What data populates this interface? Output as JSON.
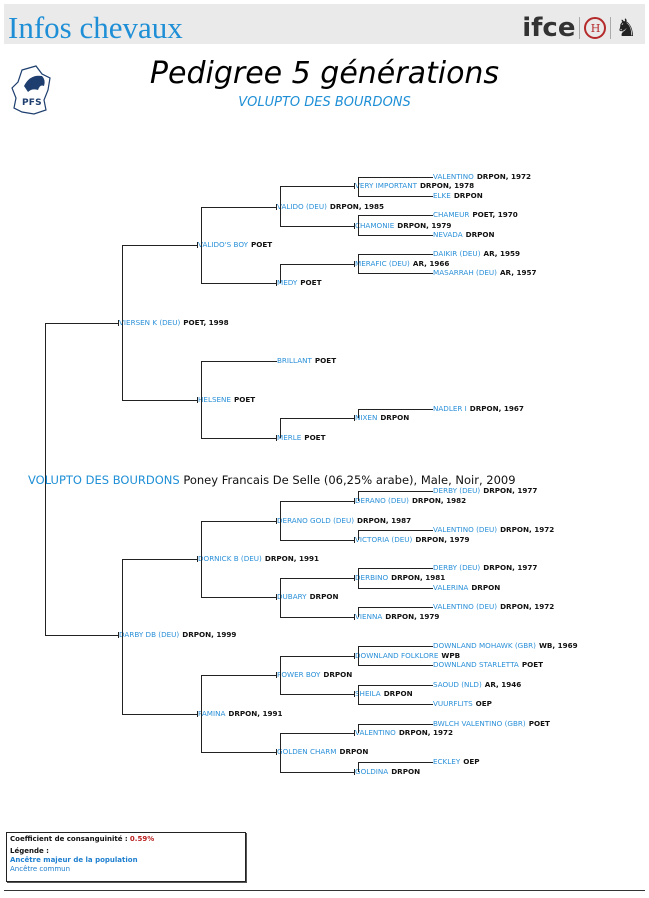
{
  "header": {
    "site_title": "Infos chevaux",
    "logo_ifce": "ifce",
    "logo_h": "H",
    "logo_horse_icon": "horse-icon"
  },
  "page": {
    "title": "Pedigree 5 générations",
    "subtitle": "VOLUPTO DES BOURDONS",
    "pfs_logo_text": "PFS"
  },
  "subject": {
    "name": "VOLUPTO DES BOURDONS",
    "info": "Poney Francais De Selle (06,25% arabe), Male, Noir, 2009"
  },
  "pedigree": [
    {
      "id": "s",
      "name": "VIERSEN K (DEU)",
      "info": "POET, 1998"
    },
    {
      "id": "ss",
      "name": "VALIDO'S BOY",
      "info": "POET"
    },
    {
      "id": "sss",
      "name": "VALIDO (DEU)",
      "info": "DRPON, 1985"
    },
    {
      "id": "ssss",
      "name": "VERY IMPORTANT",
      "info": "DRPON, 1978"
    },
    {
      "id": "sssss",
      "name": "VALENTINO",
      "info": "DRPON, 1972"
    },
    {
      "id": "ssssd",
      "name": "ELKE",
      "info": "DRPON"
    },
    {
      "id": "sssd",
      "name": "CHAMONIE",
      "info": "DRPON, 1979"
    },
    {
      "id": "sssds",
      "name": "CHAMEUR",
      "info": "POET, 1970"
    },
    {
      "id": "sssdd",
      "name": "NEVADA",
      "info": "DRPON"
    },
    {
      "id": "ssd",
      "name": "MEDY",
      "info": "POET"
    },
    {
      "id": "ssds",
      "name": "MERAFIC (DEU)",
      "info": "AR, 1966"
    },
    {
      "id": "ssdss",
      "name": "DAIKIR (DEU)",
      "info": "AR, 1959"
    },
    {
      "id": "ssdsd",
      "name": "MASARRAH (DEU)",
      "info": "AR, 1957"
    },
    {
      "id": "sd",
      "name": "HELSENE",
      "info": "POET"
    },
    {
      "id": "sds",
      "name": "BRILLANT",
      "info": "POET"
    },
    {
      "id": "sdd",
      "name": "MERLE",
      "info": "POET"
    },
    {
      "id": "sdds",
      "name": "NIXEN",
      "info": "DRPON"
    },
    {
      "id": "sddss",
      "name": "NADLER I",
      "info": "DRPON, 1967"
    },
    {
      "id": "d",
      "name": "DARBY DB (DEU)",
      "info": "DRPON, 1999"
    },
    {
      "id": "ds",
      "name": "DORNICK B (DEU)",
      "info": "DRPON, 1991"
    },
    {
      "id": "dss",
      "name": "DERANO GOLD (DEU)",
      "info": "DRPON, 1987"
    },
    {
      "id": "dsss",
      "name": "DERANO (DEU)",
      "info": "DRPON, 1982"
    },
    {
      "id": "dssss",
      "name": "DERBY (DEU)",
      "info": "DRPON, 1977"
    },
    {
      "id": "dssd",
      "name": "VICTORIA (DEU)",
      "info": "DRPON, 1979"
    },
    {
      "id": "dssds",
      "name": "VALENTINO (DEU)",
      "info": "DRPON, 1972"
    },
    {
      "id": "dsd",
      "name": "DUBARY",
      "info": "DRPON"
    },
    {
      "id": "dsds",
      "name": "DERBINO",
      "info": "DRPON, 1981"
    },
    {
      "id": "dsdss",
      "name": "DERBY (DEU)",
      "info": "DRPON, 1977"
    },
    {
      "id": "dsdsd",
      "name": "VALERINA",
      "info": "DRPON"
    },
    {
      "id": "dsdd",
      "name": "VIENNA",
      "info": "DRPON, 1979"
    },
    {
      "id": "dsdds",
      "name": "VALENTINO (DEU)",
      "info": "DRPON, 1972"
    },
    {
      "id": "dd",
      "name": "PAMINA",
      "info": "DRPON, 1991"
    },
    {
      "id": "dds",
      "name": "POWER BOY",
      "info": "DRPON"
    },
    {
      "id": "ddss",
      "name": "DOWNLAND FOLKLORE",
      "info": "WPB"
    },
    {
      "id": "ddsss",
      "name": "DOWNLAND MOHAWK (GBR)",
      "info": "WB, 1969"
    },
    {
      "id": "ddssd",
      "name": "DOWNLAND STARLETTA",
      "info": "POET"
    },
    {
      "id": "ddsd",
      "name": "SHEILA",
      "info": "DRPON"
    },
    {
      "id": "ddsds",
      "name": "SAOUD (NLD)",
      "info": "AR, 1946"
    },
    {
      "id": "ddsdd",
      "name": "VUURFLITS",
      "info": "OEP"
    },
    {
      "id": "ddd",
      "name": "GOLDEN CHARM",
      "info": "DRPON"
    },
    {
      "id": "ddds",
      "name": "VALENTINO",
      "info": "DRPON, 1972"
    },
    {
      "id": "dddss",
      "name": "BWLCH VALENTINO (GBR)",
      "info": "POET"
    },
    {
      "id": "dddd",
      "name": "GOLDINA",
      "info": "DRPON"
    },
    {
      "id": "dddds",
      "name": "ECKLEY",
      "info": "OEP"
    }
  ],
  "legend": {
    "coef_label": "Coefficient de consanguinité :",
    "coef_value": "0.59%",
    "legend_title": "Légende :",
    "item_major": "Ancêtre majeur de la population",
    "item_common": "Ancêtre commun",
    "accent_color": "#1e7fd0",
    "value_color": "#bb2222"
  }
}
